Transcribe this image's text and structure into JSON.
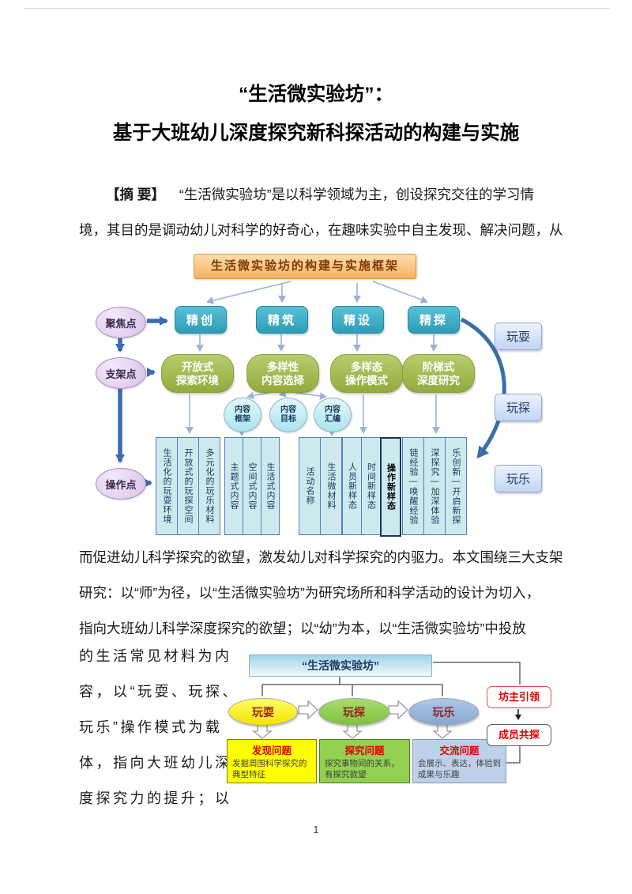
{
  "palette": {
    "teal_node": "#2D9DB8",
    "green_node": "#92AB3D",
    "orange_header": "#F6B266",
    "lavender_oval": "#D8C0E8",
    "column_fill": "#CDE9ED",
    "steel_arrow": "#3C6BB0",
    "thin_arrow": "#9DB3D6",
    "yellow_oval": "#FFFF00",
    "green_oval": "#92D050",
    "blue_oval": "#95B3D7",
    "red_label": "#E00000"
  },
  "doc": {
    "title_line1": "“生活微实验坊”：",
    "title_line2": "基于大班幼儿深度探究新科探活动的构建与实施",
    "abstract_label": "【摘  要】",
    "abstract_line1": "“生活微实验坊”是以科学领域为主，创设探究交往的学习情",
    "abstract_line2": "境，其目的是调动幼儿对科学的好奇心，在趣味实验中自主发现、解决问题，从",
    "body_line1": "而促进幼儿科学探究的欲望，激发幼儿对科学探究的内驱力。本文围绕三大支架",
    "body_line2": "研究：以“师”为径，以“生活微实验坊”为研究场所和科学活动的设计为切入，",
    "body_line3": "指向大班幼儿科学深度探究的欲望；以“幼”为本，以“生活微实验坊”中投放",
    "side_line1": "的生活常见材料为内",
    "side_line2": "容，以“玩耍、玩探、",
    "side_line3": "玩乐”操作模式为载",
    "side_line4": "体，指向大班幼儿深",
    "side_line5": "度探究力的提升；以",
    "page_number": "1"
  },
  "diagram1": {
    "title": "生活微实验坊的构建与实施框架",
    "focus": "聚焦点",
    "support": "支架点",
    "operate": "操作点",
    "level1": {
      "a": "精创",
      "b": "精筑",
      "c": "精设",
      "d": "精探"
    },
    "level2": {
      "a": "开放式\n探索环境",
      "b": "多样性\n内容选择",
      "c": "多样态\n操作模式",
      "d": "阶梯式\n深度研究"
    },
    "circles": {
      "a": "内容\n框架",
      "b": "内容\n目标",
      "c": "内容\n汇编"
    },
    "g1": {
      "c1": "生活化的玩耍环境",
      "c2": "开放式的玩探空间",
      "c3": "多元化的玩乐材料"
    },
    "g2": {
      "c1": "主题式内容",
      "c2": "空间式内容",
      "c3": "生活式内容"
    },
    "g3": {
      "c1": "活动名称",
      "c2": "生活微材料"
    },
    "g4": {
      "c1": "人员新样态",
      "c2": "时间新样态",
      "c3": "操作新样态"
    },
    "g5": {
      "c1": "链经验—唤醒经验",
      "c2": "深探究—加深体验",
      "c3": "乐创新—开启新探"
    },
    "play1": "玩耍",
    "play2": "玩探",
    "play3": "玩乐"
  },
  "diagram2": {
    "banner": "“生活微实验坊”",
    "oval1": "玩耍",
    "oval2": "玩探",
    "oval3": "玩乐",
    "box1_title": "发现问题",
    "box1_body": "发掘周围科学探究的典型特征",
    "box2_title": "探究问题",
    "box2_body": "探究事物间的关系，有探究欲望",
    "box3_title": "交流问题",
    "box3_body": "会展示、表达，体验到成果与乐趣",
    "side1": "坊主引领",
    "side2": "成员共探"
  }
}
